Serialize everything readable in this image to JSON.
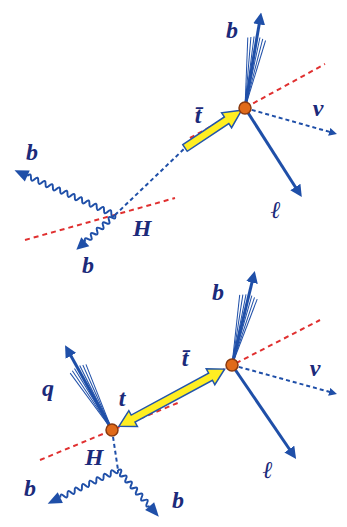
{
  "diagram": {
    "labels": [
      "b",
      "t̄",
      "ν",
      "b",
      "H",
      "b",
      "ℓ",
      "b",
      "q",
      "t",
      "t̄",
      "ν",
      "H",
      "b",
      "b",
      "ℓ"
    ]
  }
}
